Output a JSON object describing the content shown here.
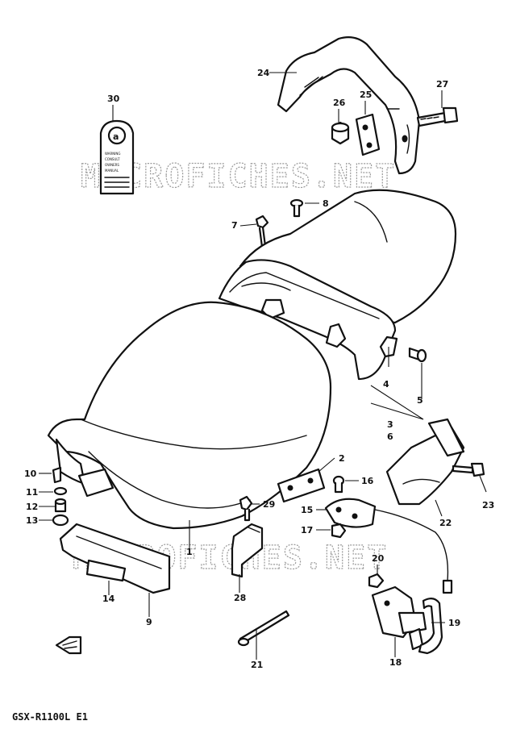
{
  "diagram": {
    "model_code": "GSX-R1100L E1",
    "watermark": "MICROFICHES.NET",
    "tag_letter": "a",
    "tag_lines": [
      "WARNING",
      "CONSULT",
      "OWNERS",
      "MANUAL"
    ],
    "callouts": [
      "1",
      "2",
      "3",
      "4",
      "5",
      "6",
      "7",
      "8",
      "9",
      "10",
      "11",
      "12",
      "13",
      "14",
      "15",
      "16",
      "17",
      "18",
      "19",
      "20",
      "21",
      "22",
      "23",
      "24",
      "25",
      "26",
      "27",
      "28",
      "29",
      "30"
    ]
  }
}
